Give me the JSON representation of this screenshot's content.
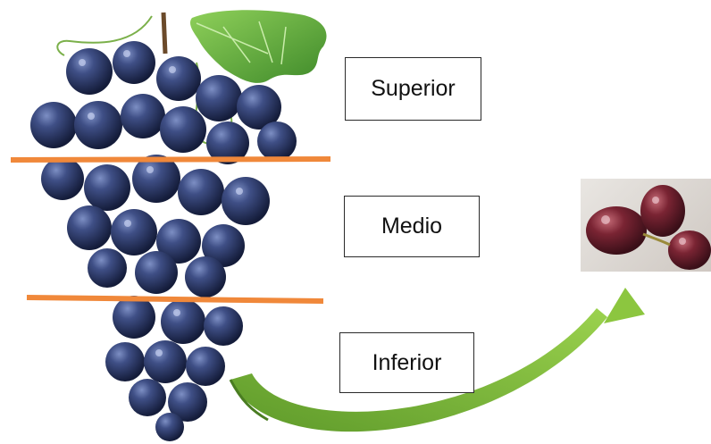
{
  "sections": [
    {
      "label": "Superior"
    },
    {
      "label": "Medio"
    },
    {
      "label": "Inferior"
    }
  ],
  "colors": {
    "divider": "#f0883a",
    "arrow": "#8cc63f",
    "arrow_dark": "#5e9a2a",
    "grape": "#2d3a66",
    "leaf": "#5aa23a",
    "detached_grape": "#6a1f2c"
  },
  "icons": [
    "grape-bunch-image",
    "detached-grapes-photo",
    "curved-arrow"
  ]
}
